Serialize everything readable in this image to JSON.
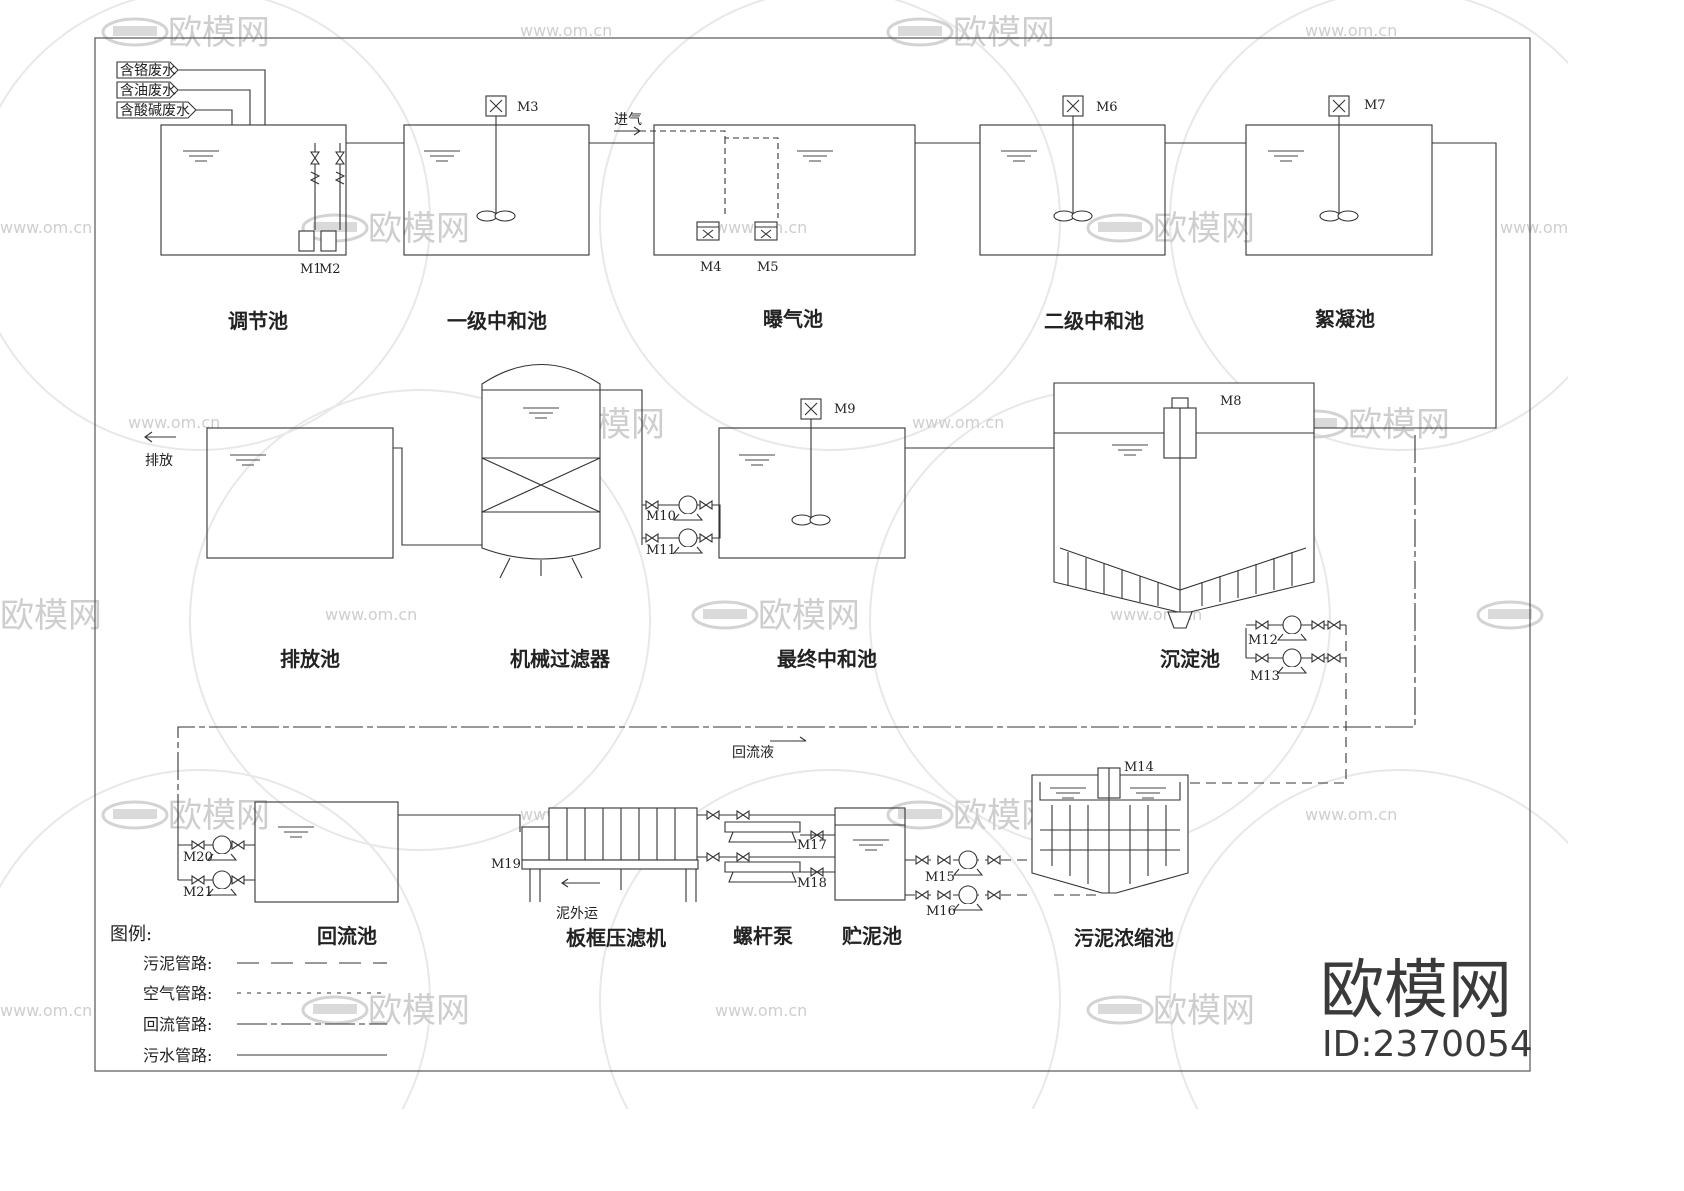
{
  "inflows": [
    "含铬废水",
    "含油废水",
    "含酸碱废水"
  ],
  "units": {
    "adjust": "调节池",
    "neutral1": "一级中和池",
    "aeration": "曝气池",
    "neutral2": "二级中和池",
    "floc": "絮凝池",
    "discharge_tank": "排放池",
    "filter": "机械过滤器",
    "final_neutral": "最终中和池",
    "settling": "沉淀池",
    "return_tank": "回流池",
    "filter_press": "板框压滤机",
    "screw_pump": "螺杆泵",
    "sludge_store": "贮泥池",
    "thickener": "污泥浓缩池"
  },
  "flow_labels": {
    "air_in": "进气",
    "discharge": "排放",
    "return_liquid": "回流液",
    "sludge_out": "泥外运"
  },
  "equipment": {
    "m1": "M1",
    "m2": "M2",
    "m3": "M3",
    "m4": "M4",
    "m5": "M5",
    "m6": "M6",
    "m7": "M7",
    "m8": "M8",
    "m9": "M9",
    "m10": "M10",
    "m11": "M11",
    "m12": "M12",
    "m13": "M13",
    "m14": "M14",
    "m15": "M15",
    "m16": "M16",
    "m17": "M17",
    "m18": "M18",
    "m19": "M19",
    "m20": "M20",
    "m21": "M21"
  },
  "legend": {
    "title": "图例:",
    "sludge": "污泥管路:",
    "air": "空气管路:",
    "return": "回流管路:",
    "sewage": "污水管路:"
  },
  "watermark": {
    "brand": "欧模网",
    "url": "www.om.cn",
    "id": "ID:2370054"
  },
  "colors": {
    "line": "#333333",
    "watermark": "#c9c9c9"
  }
}
